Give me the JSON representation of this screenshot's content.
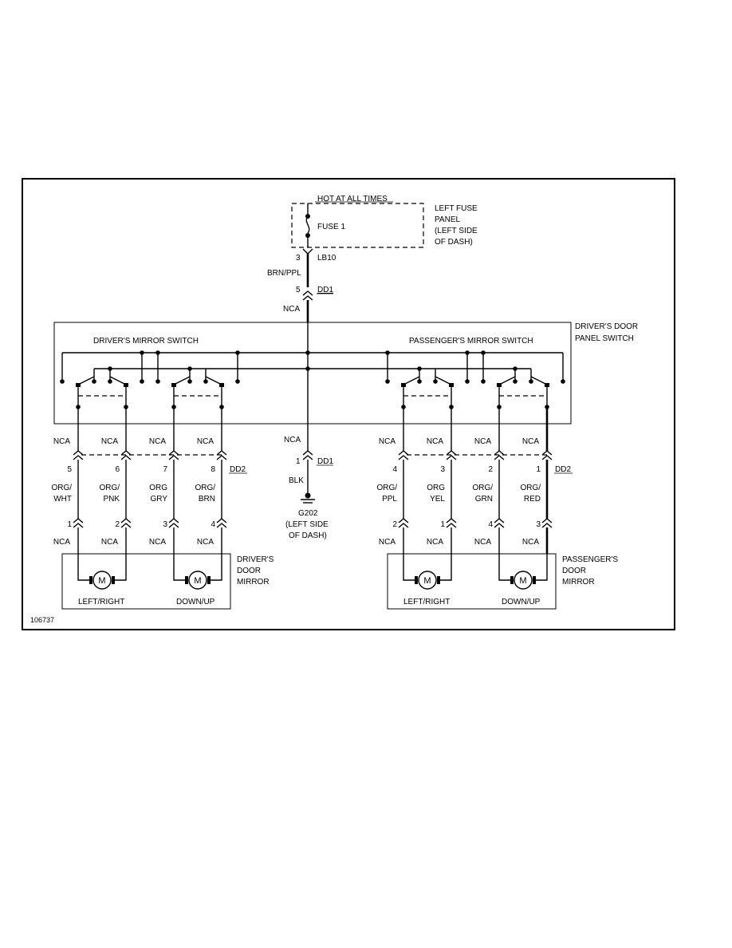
{
  "top": {
    "hot_at_all_times": "HOT AT ALL TIMES",
    "fuse": "FUSE 1",
    "fuse_panel": [
      "LEFT FUSE",
      "PANEL",
      "(LEFT SIDE",
      "OF DASH)"
    ],
    "lb_pin": "3",
    "lb_conn": "LB10",
    "feed_color": "BRN/PPL",
    "dd1_pin": "5",
    "dd1_conn": "DD1",
    "feed_nca": "NCA"
  },
  "panel": {
    "title": [
      "DRIVER'S DOOR",
      "PANEL SWITCH"
    ],
    "driver_switch": "DRIVER'S MIRROR SWITCH",
    "passenger_switch": "PASSENGER'S MIRROR SWITCH"
  },
  "ground": {
    "nca": "NCA",
    "pin": "1",
    "conn": "DD1",
    "color": "BLK",
    "label": [
      "G202",
      "(LEFT SIDE",
      "OF DASH)"
    ]
  },
  "driver_wires": [
    {
      "nca_top": "NCA",
      "pin_dd2": "5",
      "color": [
        "ORG/",
        "WHT"
      ],
      "pin_mirror": "1",
      "nca_bottom": "NCA"
    },
    {
      "nca_top": "NCA",
      "pin_dd2": "6",
      "color": [
        "ORG/",
        "PNK"
      ],
      "pin_mirror": "2",
      "nca_bottom": "NCA"
    },
    {
      "nca_top": "NCA",
      "pin_dd2": "7",
      "color": [
        "ORG",
        "GRY"
      ],
      "pin_mirror": "3",
      "nca_bottom": "NCA"
    },
    {
      "nca_top": "NCA",
      "pin_dd2": "8",
      "color": [
        "ORG/",
        "BRN"
      ],
      "pin_mirror": "4",
      "nca_bottom": "NCA"
    }
  ],
  "passenger_wires": [
    {
      "nca_top": "NCA",
      "pin_dd2": "4",
      "color": [
        "ORG/",
        "PPL"
      ],
      "pin_mirror": "2",
      "nca_bottom": "NCA"
    },
    {
      "nca_top": "NCA",
      "pin_dd2": "3",
      "color": [
        "ORG",
        "YEL"
      ],
      "pin_mirror": "1",
      "nca_bottom": "NCA"
    },
    {
      "nca_top": "NCA",
      "pin_dd2": "2",
      "color": [
        "ORG/",
        "GRN"
      ],
      "pin_mirror": "4",
      "nca_bottom": "NCA"
    },
    {
      "nca_top": "NCA",
      "pin_dd2": "1",
      "color": [
        "ORG/",
        "RED"
      ],
      "pin_mirror": "3",
      "nca_bottom": "NCA"
    }
  ],
  "dd2_conn": "DD2",
  "driver_mirror": {
    "title": [
      "DRIVER'S",
      "DOOR",
      "MIRROR"
    ],
    "motor_left": "LEFT/RIGHT",
    "motor_right": "DOWN/UP",
    "motor_symbol": "M"
  },
  "passenger_mirror": {
    "title": [
      "PASSENGER'S",
      "DOOR",
      "MIRROR"
    ],
    "motor_left": "LEFT/RIGHT",
    "motor_right": "DOWN/UP",
    "motor_symbol": "M"
  },
  "figure_id": "106737"
}
